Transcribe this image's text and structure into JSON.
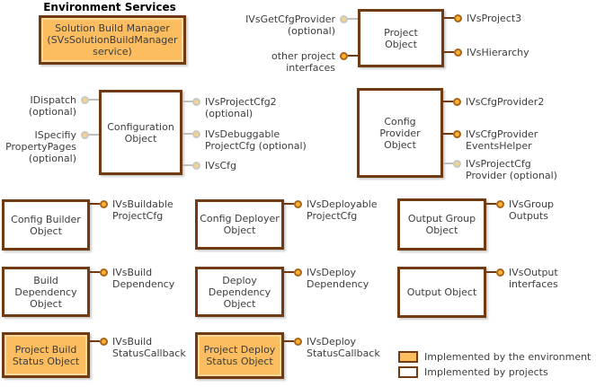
{
  "title": "Environment Services",
  "colors": {
    "box_border": "#703b12",
    "environment_fill": "#fbbd5f",
    "environment_inner_highlight": "#fdd99c",
    "project_fill": "#ffffff",
    "required_dot_fill": "#ffb232",
    "required_dot_ring": "#aa6418",
    "required_line": "#703b12",
    "optional_dot_fill": "#f2d48f",
    "optional_dot_ring": "#c8c8c8",
    "optional_line": "#bfbfbf",
    "text": "#3d3d3d"
  },
  "boxes": [
    {
      "label": "Solution Build Manager\n(SVsSolutionBuildManager\nservice)",
      "style": "environment"
    },
    {
      "label": "Project\nObject",
      "style": "project"
    },
    {
      "label": "Configuration\nObject",
      "style": "project"
    },
    {
      "label": "Config\nProvider\nObject",
      "style": "project"
    },
    {
      "label": "Config Builder\nObject",
      "style": "project"
    },
    {
      "label": "Config Deployer\nObject",
      "style": "project"
    },
    {
      "label": "Output Group\nObject",
      "style": "project"
    },
    {
      "label": "Build\nDependency\nObject",
      "style": "project"
    },
    {
      "label": "Deploy\nDependency\nObject",
      "style": "project"
    },
    {
      "label": "Output Object",
      "style": "project"
    },
    {
      "label": "Project Build\nStatus Object",
      "style": "environment"
    },
    {
      "label": "Project Deploy\nStatus Object",
      "style": "environment"
    }
  ],
  "interfaces": [
    {
      "label": "IVsGetCfgProvider\n(optional)",
      "style": "optional"
    },
    {
      "label": "other project\ninterfaces",
      "style": "required"
    },
    {
      "label": "IVsProject3",
      "style": "required"
    },
    {
      "label": "IVsHierarchy",
      "style": "required"
    },
    {
      "label": "IDispatch\n(optional)",
      "style": "optional"
    },
    {
      "label": "ISpecifiy\nPropertyPages\n(optional)",
      "style": "optional"
    },
    {
      "label": "IVsProjectCfg2\n(optional)",
      "style": "optional"
    },
    {
      "label": "IVsDebuggable\nProjectCfg (optional)",
      "style": "optional"
    },
    {
      "label": "IVsCfg",
      "style": "optional"
    },
    {
      "label": "IVsCfgProvider2",
      "style": "required"
    },
    {
      "label": "IVsCfgProvider\nEventsHelper",
      "style": "required"
    },
    {
      "label": "IVsProjectCfg\nProvider (optional)",
      "style": "optional"
    },
    {
      "label": "IVsBuildable\nProjectCfg",
      "style": "required"
    },
    {
      "label": "IVsDeployable\nProjectCfg",
      "style": "required"
    },
    {
      "label": "IVsGroup\nOutputs",
      "style": "required"
    },
    {
      "label": "IVsBuild\nDependency",
      "style": "required"
    },
    {
      "label": "IVsDeploy\nDependency",
      "style": "required"
    },
    {
      "label": "IVsOutput\ninterfaces",
      "style": "required"
    },
    {
      "label": "IVsBuild\nStatusCallback",
      "style": "required"
    },
    {
      "label": "IVsDeploy\nStatusCallback",
      "style": "required"
    }
  ],
  "legend": [
    {
      "label": "Implemented by the environment",
      "style": "environment"
    },
    {
      "label": "Implemented by projects",
      "style": "project"
    }
  ]
}
